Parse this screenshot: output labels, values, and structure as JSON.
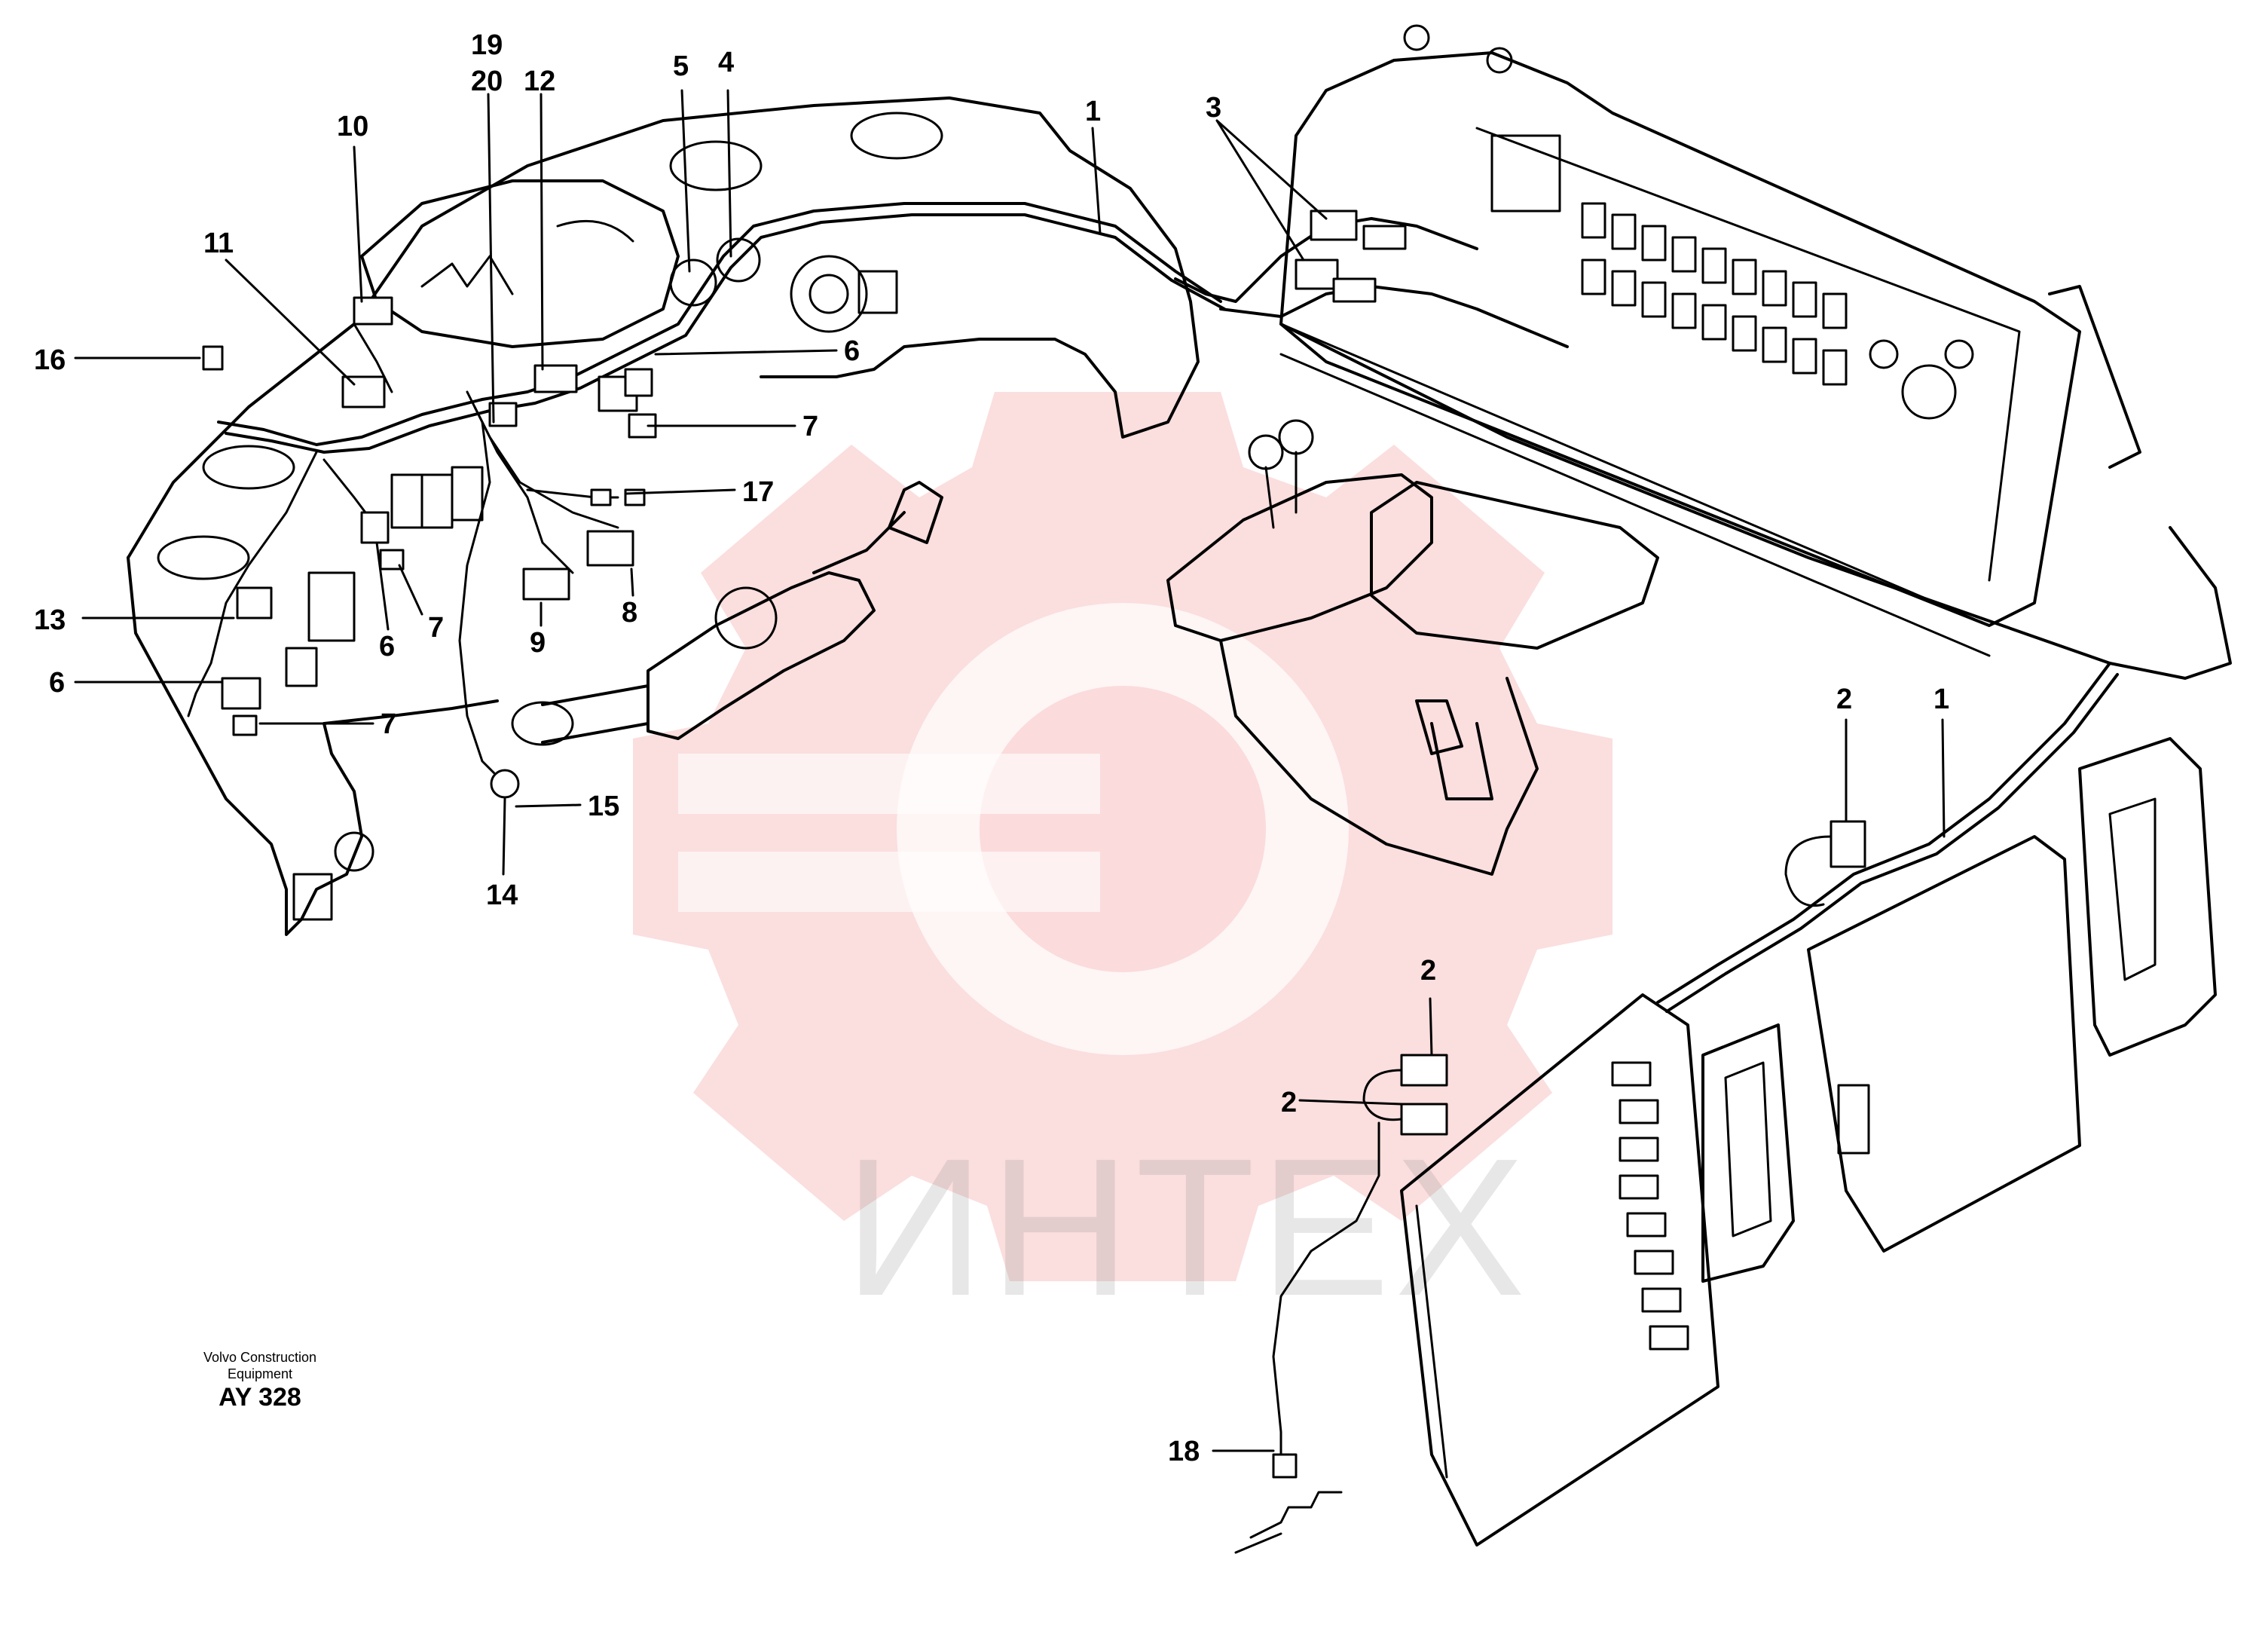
{
  "caption": {
    "maker_line1": "Volvo Construction",
    "maker_line2": "Equipment",
    "code": "AY 328"
  },
  "watermark": {
    "text": "ИНТЕХ",
    "color": "#f4a0a0"
  },
  "callouts": [
    {
      "id": "c19",
      "label": "19"
    },
    {
      "id": "c20",
      "label": "20"
    },
    {
      "id": "c12",
      "label": "12"
    },
    {
      "id": "c5",
      "label": "5"
    },
    {
      "id": "c4",
      "label": "4"
    },
    {
      "id": "c1a",
      "label": "1"
    },
    {
      "id": "c3",
      "label": "3"
    },
    {
      "id": "c10",
      "label": "10"
    },
    {
      "id": "c11",
      "label": "11"
    },
    {
      "id": "c16",
      "label": "16"
    },
    {
      "id": "c6a",
      "label": "6"
    },
    {
      "id": "c7a",
      "label": "7"
    },
    {
      "id": "c17",
      "label": "17"
    },
    {
      "id": "c8",
      "label": "8"
    },
    {
      "id": "c9",
      "label": "9"
    },
    {
      "id": "c13",
      "label": "13"
    },
    {
      "id": "c7b",
      "label": "7"
    },
    {
      "id": "c6b",
      "label": "6"
    },
    {
      "id": "c6c",
      "label": "6"
    },
    {
      "id": "c7c",
      "label": "7"
    },
    {
      "id": "c15",
      "label": "15"
    },
    {
      "id": "c14",
      "label": "14"
    },
    {
      "id": "c2a",
      "label": "2"
    },
    {
      "id": "c1b",
      "label": "1"
    },
    {
      "id": "c2b",
      "label": "2"
    },
    {
      "id": "c2c",
      "label": "2"
    },
    {
      "id": "c18",
      "label": "18"
    }
  ]
}
